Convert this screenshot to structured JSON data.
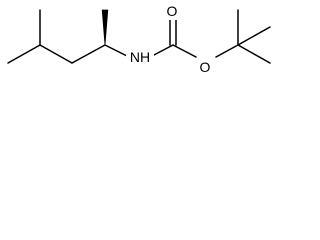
{
  "molecule": {
    "atoms": {
      "n": "NH",
      "carbonyl_o": "O",
      "ester_o": "O"
    }
  }
}
